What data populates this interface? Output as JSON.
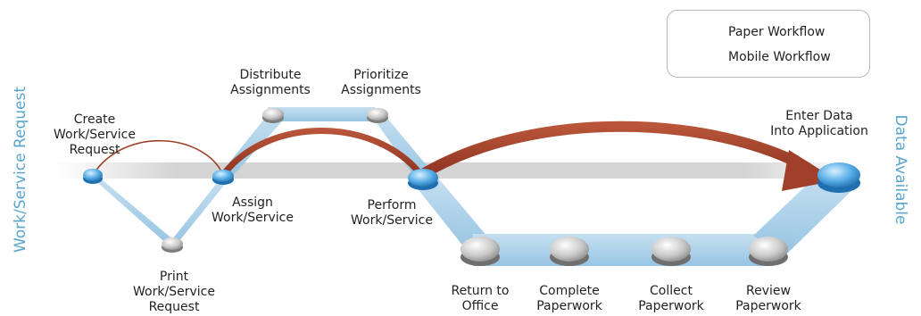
{
  "side_labels": {
    "left": "Work/Service Request",
    "right": "Data Available"
  },
  "legend": {
    "paper": "Paper Workflow",
    "mobile": "Mobile Workflow"
  },
  "colors": {
    "paper": "#9ecae6",
    "mobile": "#a0402a",
    "side_text": "#5aa6cc",
    "node_blue": "#3f97d4",
    "node_gray": "#9a9a9a"
  },
  "steps": {
    "create": [
      "Create",
      "Work/Service",
      "Request"
    ],
    "print": [
      "Print",
      "Work/Service",
      "Request"
    ],
    "distribute": [
      "Distribute",
      "Assignments"
    ],
    "prioritize": [
      "Prioritize",
      "Assignments"
    ],
    "assign": [
      "Assign",
      "Work/Service"
    ],
    "perform": [
      "Perform",
      "Work/Service"
    ],
    "enter": [
      "Enter Data",
      "Into Application"
    ],
    "return": [
      "Return to",
      "Office"
    ],
    "complete": [
      "Complete",
      "Paperwork"
    ],
    "collect": [
      "Collect",
      "Paperwork"
    ],
    "review": [
      "Review",
      "Paperwork"
    ]
  }
}
